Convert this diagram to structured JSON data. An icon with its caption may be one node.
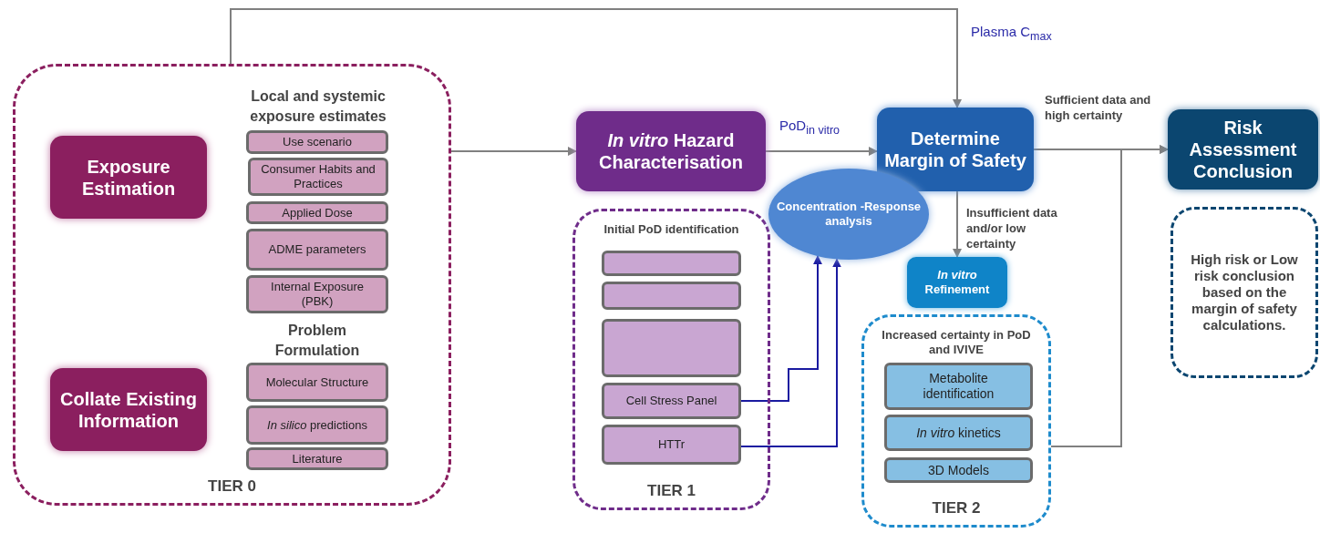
{
  "diagram": {
    "nodes": [
      {
        "text": [
          "TIER 0"
        ]
      },
      {
        "text": [
          "Exposure Estimation"
        ],
        "in": 0
      },
      {
        "text": [
          "Collate Existing Information"
        ],
        "in": 0
      },
      {
        "text": [
          "Use scenario"
        ],
        "in": 0
      },
      {
        "text": [
          "Consumer Habits and Practices"
        ],
        "in": 0
      },
      {
        "text": [
          "Applied Dose"
        ],
        "in": 0
      },
      {
        "text": [
          "ADME parameters"
        ],
        "in": 0
      },
      {
        "text": [
          "Internal Exposure (PBK)"
        ],
        "in": 0
      },
      {
        "text": [
          "Molecular Structure"
        ],
        "in": 0
      },
      {
        "text": [
          "*In silico* predictions"
        ],
        "in": 0
      },
      {
        "text": [
          "Literature"
        ],
        "in": 0
      },
      {
        "text": [
          "*In vitro* Hazard Characterisation"
        ]
      },
      {
        "text": [
          "Initial PoD identification",
          "TIER 1"
        ]
      },
      {
        "text": [],
        "shape": "box",
        "in": 12
      },
      {
        "text": [],
        "shape": "box",
        "in": 12
      },
      {
        "text": [],
        "shape": "box",
        "in": 12
      },
      {
        "text": [
          "Cell Stress Panel"
        ],
        "in": 12
      },
      {
        "text": [
          "HTTr"
        ],
        "in": 12
      },
      {
        "text": [
          "Determine Margin of Safety"
        ]
      },
      {
        "text": [
          "Concentration -Response analysis"
        ]
      },
      {
        "text": [
          "*In vitro* Refinement"
        ]
      },
      {
        "text": [
          "Increased certainty in PoD and IVIVE",
          "TIER 2"
        ]
      },
      {
        "text": [
          "Metabolite identification"
        ],
        "in": 21
      },
      {
        "text": [
          "*In vitro* kinetics"
        ],
        "in": 21
      },
      {
        "text": [
          "3D Models"
        ],
        "in": 21
      },
      {
        "text": [
          "Risk Assessment Conclusion"
        ]
      },
      {
        "text": [
          "High risk or Low risk conclusion based on the margin of safety calculations."
        ]
      }
    ],
    "edges": [
      {
        "from": 0,
        "to": 11,
        "arrow": "to"
      },
      {
        "from": 0,
        "to": 18,
        "arrow": "to",
        "label": "Plasma C$_{max}$"
      },
      {
        "from": 11,
        "to": 18,
        "arrow": "to",
        "label": "PoD$_{in vitro}$"
      },
      {
        "from": 16,
        "to": 19,
        "arrow": "to",
        "color": "#1a1aa0"
      },
      {
        "from": 17,
        "to": 19,
        "arrow": "to",
        "color": "#1a1aa0"
      },
      {
        "from": 18,
        "to": 25,
        "arrow": "to",
        "label": "Sufficient data and high certainty"
      },
      {
        "from": 18,
        "to": 20,
        "arrow": "to",
        "label": "Insufficient data and/or low certainty"
      },
      {
        "from": 21,
        "to": 25,
        "arrow": "to"
      }
    ],
    "labels": [
      "Local and systemic exposure estimates",
      "Problem Formulation"
    ]
  }
}
